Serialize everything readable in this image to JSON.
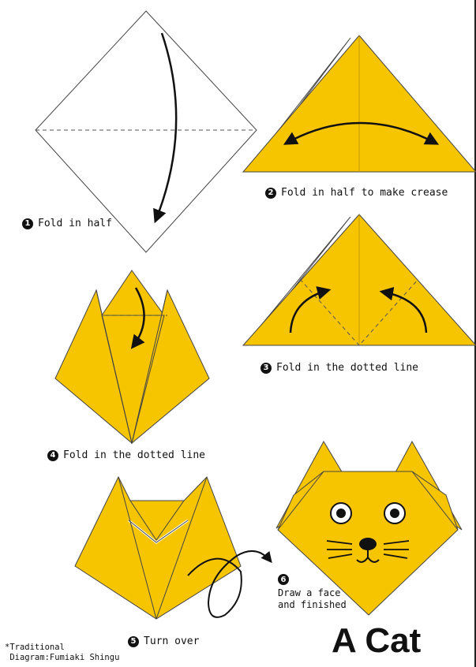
{
  "colors": {
    "paper": "#F7C400",
    "outline": "#3a3a3a",
    "text": "#111111"
  },
  "steps": [
    {
      "number": "1",
      "label": "Fold in half"
    },
    {
      "number": "2",
      "label": "Fold in half to make crease"
    },
    {
      "number": "3",
      "label": "Fold in the dotted line"
    },
    {
      "number": "4",
      "label": "Fold in the dotted line"
    },
    {
      "number": "5",
      "label": "Turn over"
    },
    {
      "number": "6",
      "label_line1": "Draw a face",
      "label_line2": "and finished"
    }
  ],
  "title": "A Cat",
  "credit": {
    "line1": "*Traditional",
    "line2": " Diagram:Fumiaki Shingu"
  }
}
